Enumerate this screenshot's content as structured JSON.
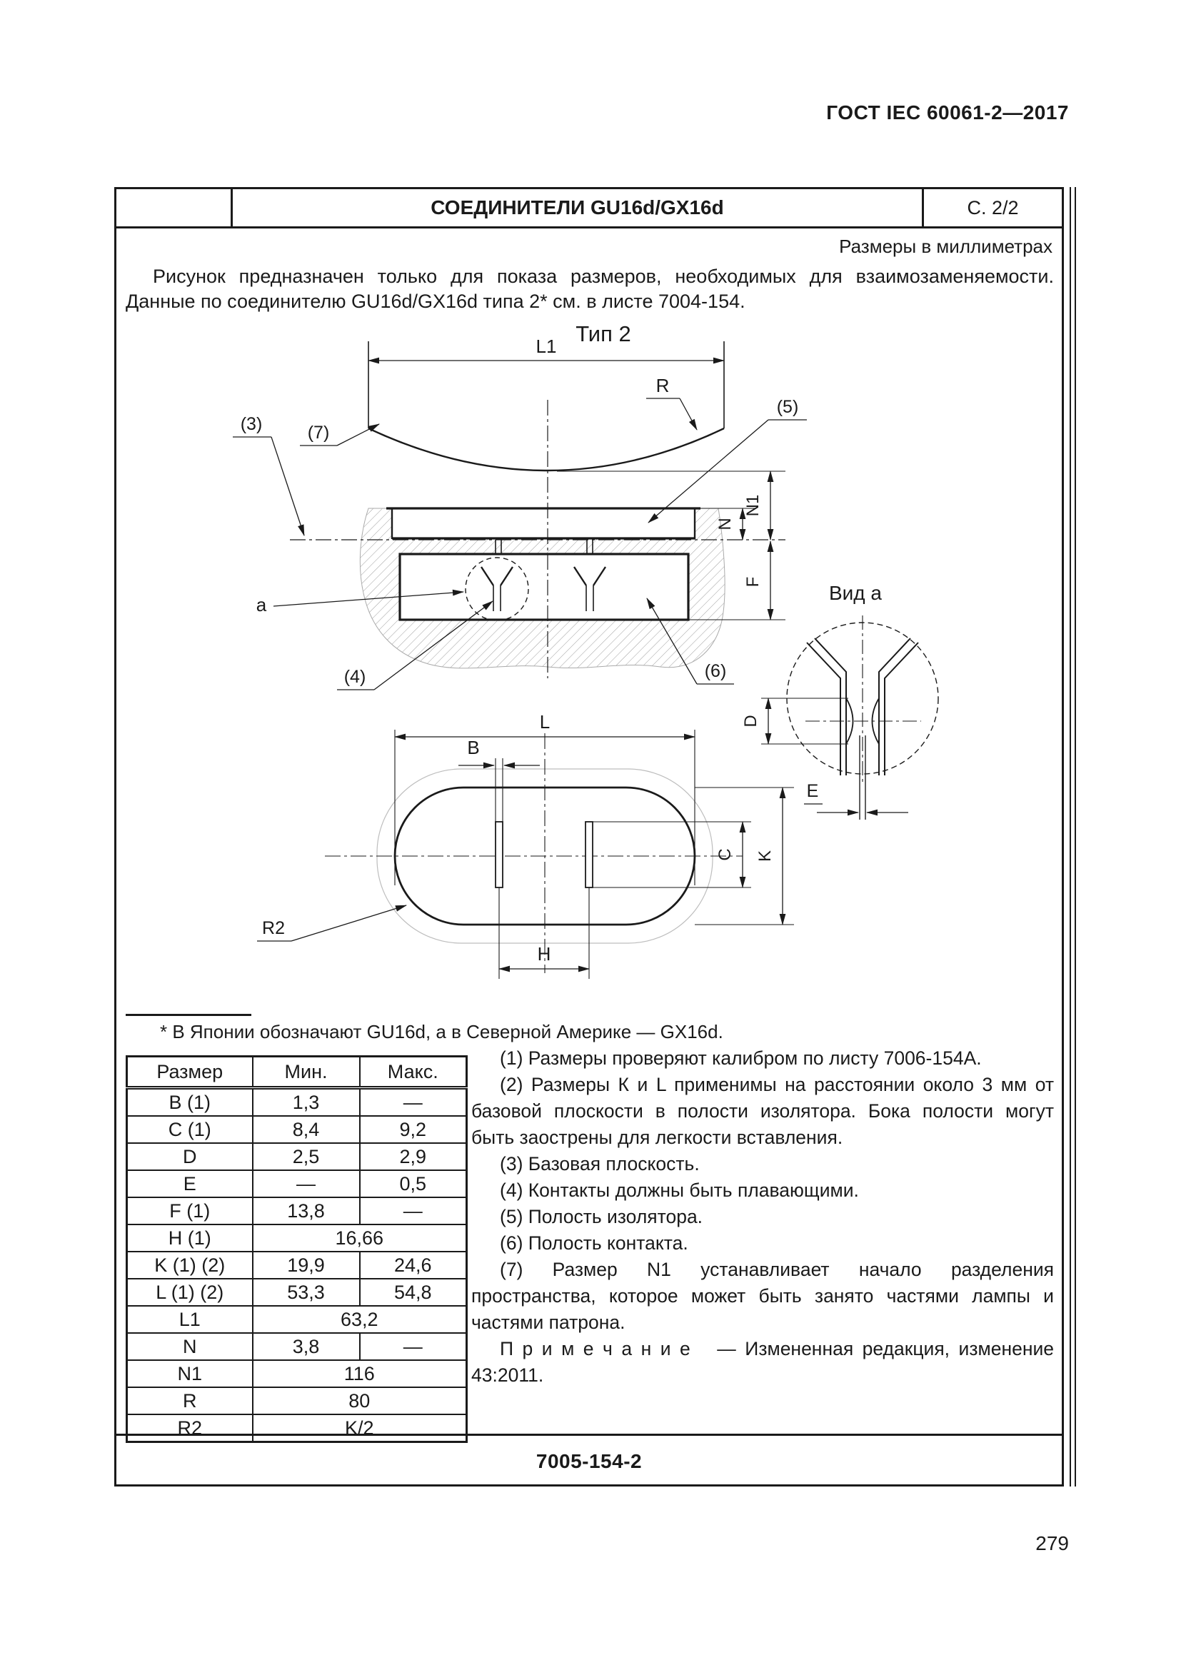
{
  "page": {
    "doc_ref": "ГОСТ IEC 60061-2—2017",
    "page_number": "279"
  },
  "sheet": {
    "title": "СОЕДИНИТЕЛИ GU16d/GX16d",
    "sheet_page": "С. 2/2",
    "units_note": "Размеры в миллиметрах",
    "intro_line1": "Рисунок предназначен только для показа размеров, необходимых для взаимозаменяемости.",
    "intro_line2": "Данные по соединителю GU16d/GX16d типа 2* см. в листе 7004-154.",
    "footnote": "* В Японии обозначают GU16d, а в Северной Америке — GX16d.",
    "sheet_number": "7005-154-2"
  },
  "drawing": {
    "type_label": "Тип 2",
    "detail_view_label": "Вид а",
    "labels": {
      "l1": "L1",
      "r": "R",
      "ref5": "(5)",
      "ref3": "(3)",
      "ref7": "(7)",
      "n": "N",
      "n1": "N1",
      "f": "F",
      "a": "а",
      "ref4": "(4)",
      "ref6": "(6)",
      "l": "L",
      "b": "B",
      "c": "C",
      "k": "K",
      "h": "H",
      "r2": "R2",
      "d": "D",
      "e": "E"
    }
  },
  "table": {
    "headers": [
      "Размер",
      "Мин.",
      "Макс."
    ],
    "rows": [
      {
        "dim": "B (1)",
        "min": "1,3",
        "max": "—"
      },
      {
        "dim": "C (1)",
        "min": "8,4",
        "max": "9,2"
      },
      {
        "dim": "D",
        "min": "2,5",
        "max": "2,9"
      },
      {
        "dim": "E",
        "min": "—",
        "max": "0,5"
      },
      {
        "dim": "F (1)",
        "min": "13,8",
        "max": "—"
      },
      {
        "dim": "H (1)",
        "span": "16,66"
      },
      {
        "dim": "K (1) (2)",
        "min": "19,9",
        "max": "24,6"
      },
      {
        "dim": "L (1) (2)",
        "min": "53,3",
        "max": "54,8"
      },
      {
        "dim": "L1",
        "span": "63,2"
      },
      {
        "dim": "N",
        "min": "3,8",
        "max": "—"
      },
      {
        "dim": "N1",
        "span": "116"
      },
      {
        "dim": "R",
        "span": "80"
      },
      {
        "dim": "R2",
        "span": "K/2"
      }
    ]
  },
  "notes": [
    "(1) Размеры проверяют калибром по листу 7006-154А.",
    "(2) Размеры К и L применимы на расстоянии около 3 мм от базовой плоскости в полости изолятора. Бока полости могут быть заострены для легкости вставления.",
    "(3) Базовая плоскость.",
    "(4) Контакты должны быть плавающими.",
    "(5) Полость изолятора.",
    "(6) Полость контакта.",
    "(7) Размер N1 устанавливает начало разделения пространства, которое может быть занято частями лампы и частями патрона."
  ],
  "remark": {
    "label": "П р и м е ч а н и е",
    "text": "—  Измененная редакция, изменение 43:2011."
  }
}
